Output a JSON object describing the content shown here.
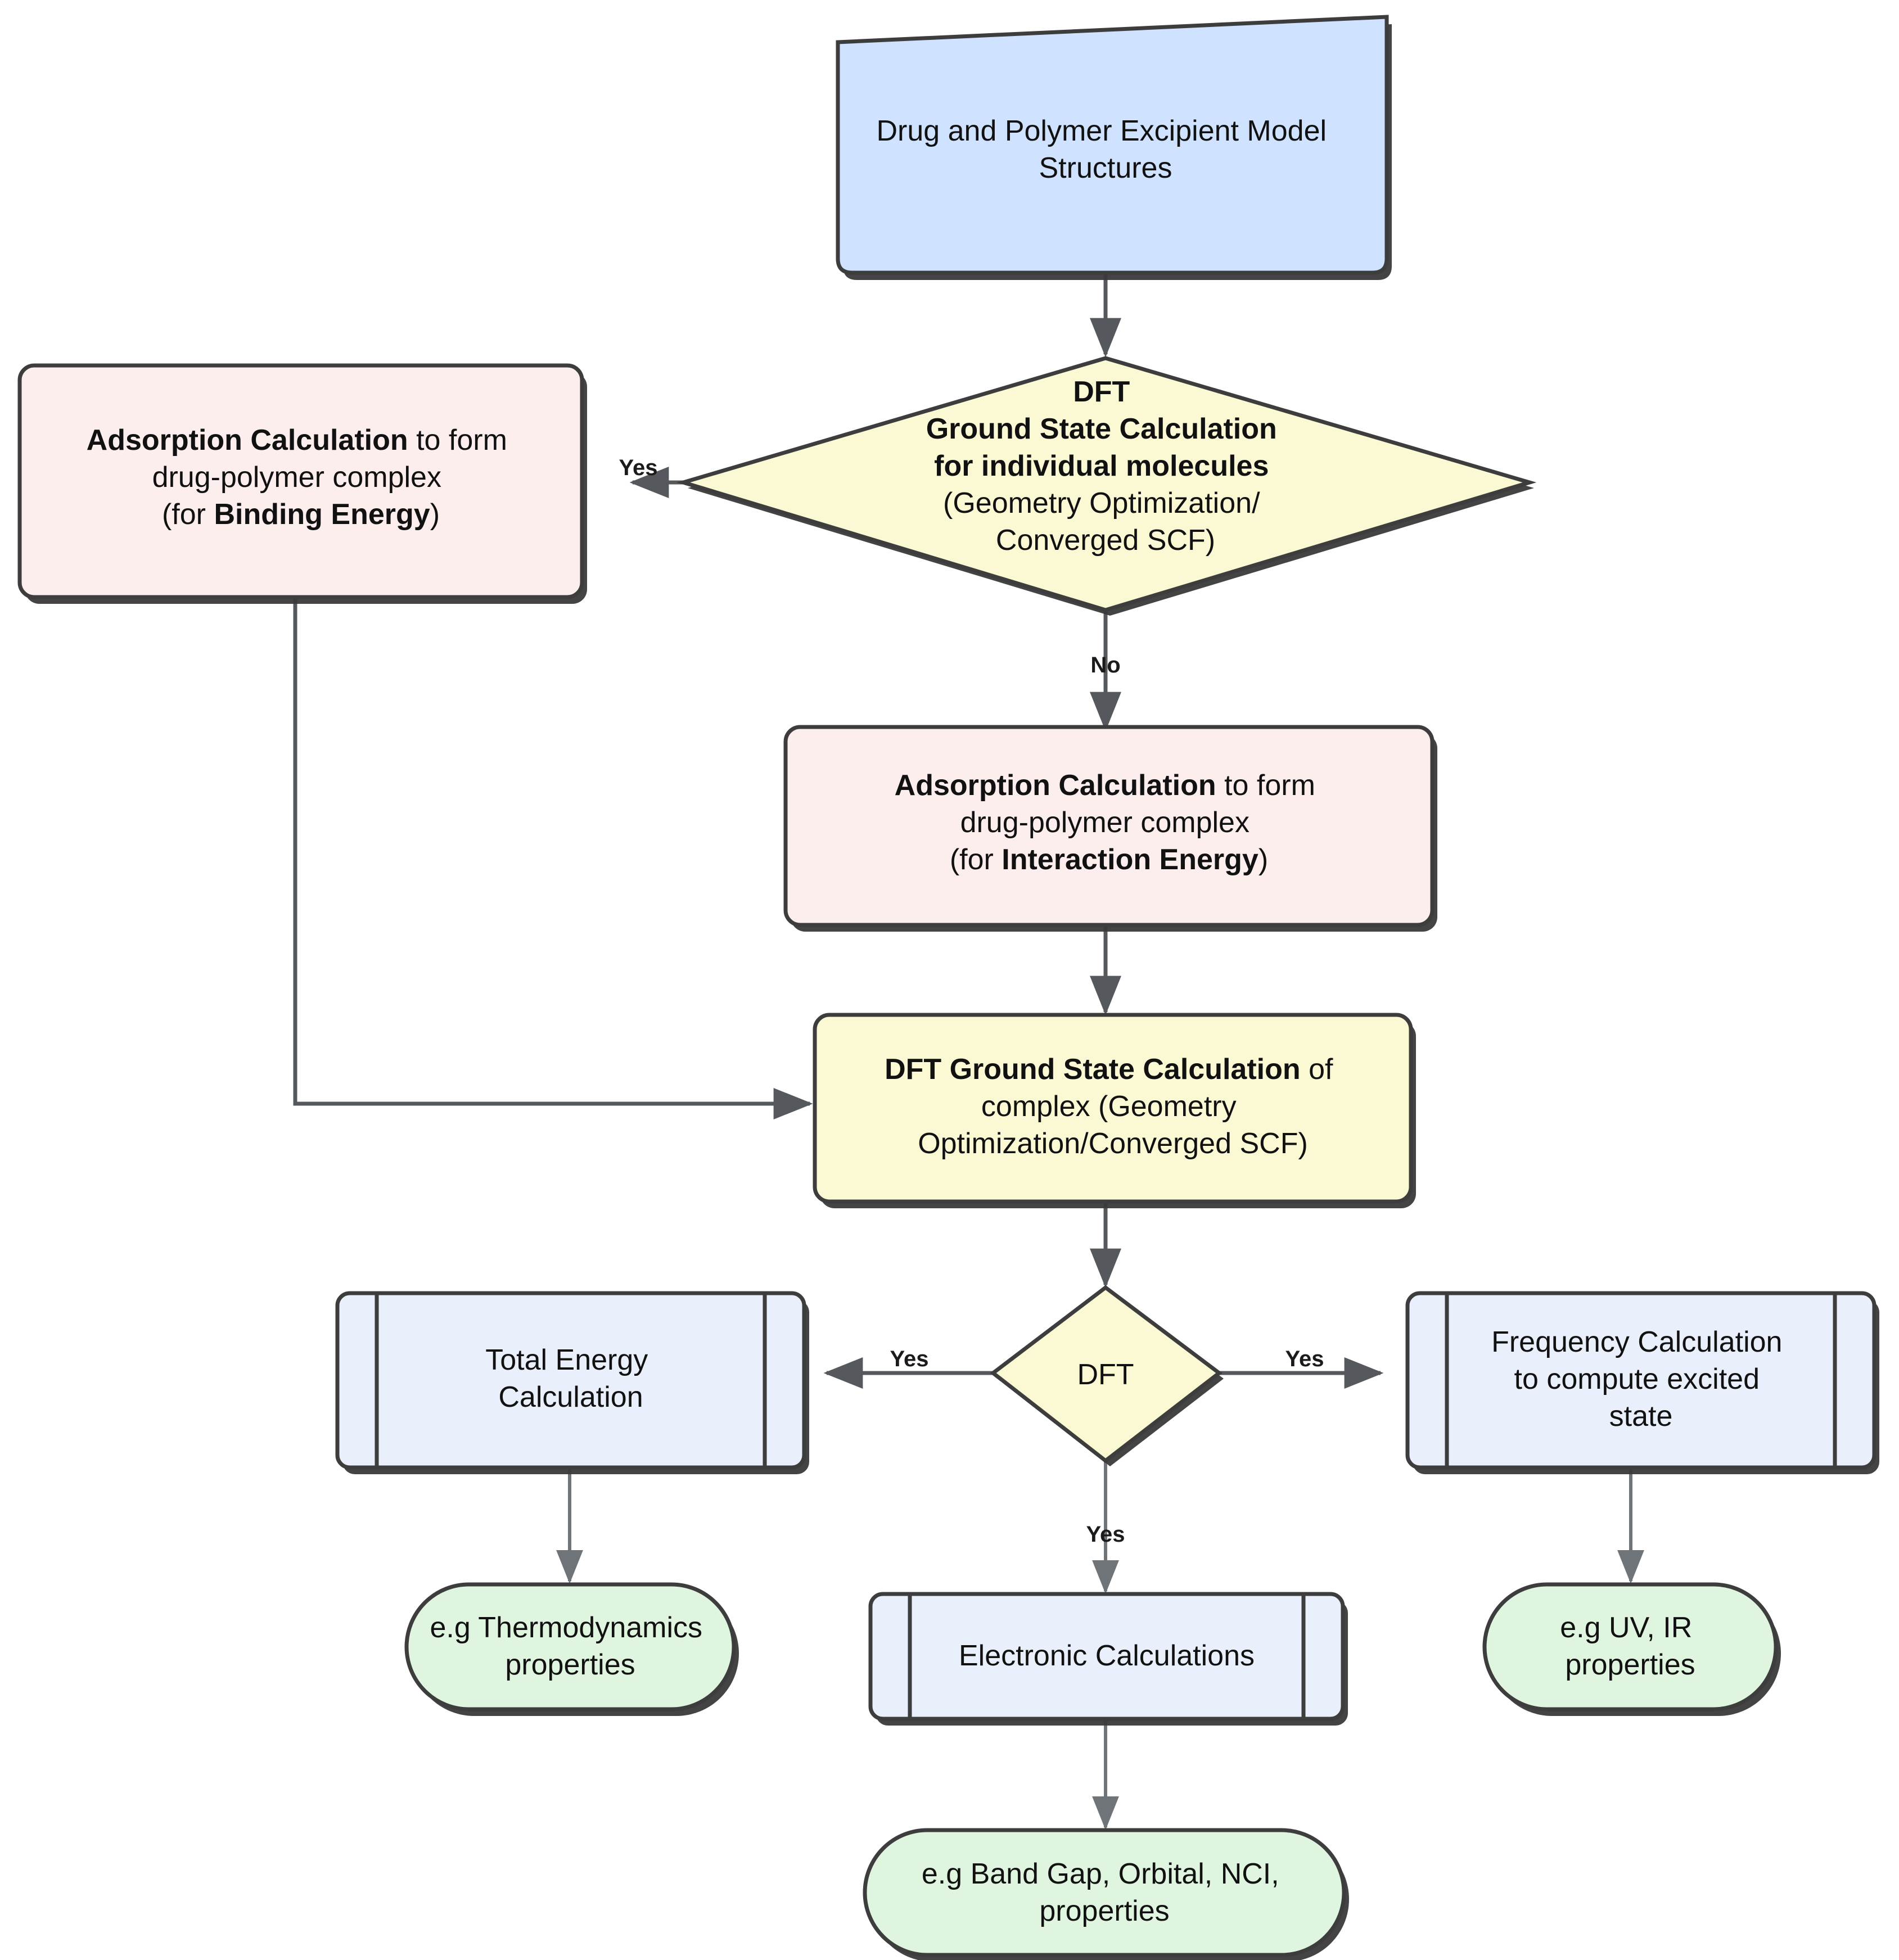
{
  "diagram": {
    "title": "DFT computational workflow for drug-polymer excipient systems",
    "type": "flowchart",
    "background": "#ffffff",
    "colors": {
      "blue_fill": "#cfe2ff",
      "blue_light_fill": "#e9f0fb",
      "yellow_fill": "#fbf8d4",
      "pink_fill": "#fdeeee",
      "green_fill": "#e0f5e0",
      "stroke": "#3d3d3d",
      "edge": "#55585c",
      "text": "#111111"
    }
  },
  "nodes": {
    "input": {
      "id": "input",
      "shape": "skewed-document",
      "fill": "#cfe2ff",
      "lines": [
        [
          {
            "t": "Drug and Polymer Excipient Model",
            "b": false
          }
        ],
        [
          {
            "t": "Structures",
            "b": false
          }
        ]
      ]
    },
    "decision_individual": {
      "id": "decision_individual",
      "shape": "diamond",
      "fill": "#fbf8d4",
      "lines": [
        [
          {
            "t": "DFT",
            "b": true
          }
        ],
        [
          {
            "t": "Ground State Calculation",
            "b": true
          }
        ],
        [
          {
            "t": "for individual molecules",
            "b": true
          }
        ],
        [
          {
            "t": "(Geometry Optimization/",
            "b": false
          }
        ],
        [
          {
            "t": "Converged SCF)",
            "b": false
          }
        ]
      ]
    },
    "adsorption_binding": {
      "id": "adsorption_binding",
      "shape": "rounded-rect",
      "fill": "#fdeeee",
      "lines": [
        [
          {
            "t": "Adsorption Calculation",
            "b": true
          },
          {
            "t": " to form",
            "b": false
          }
        ],
        [
          {
            "t": "drug-polymer complex",
            "b": false
          }
        ],
        [
          {
            "t": "(for ",
            "b": false
          },
          {
            "t": "Binding Energy",
            "b": true
          },
          {
            "t": ")",
            "b": false
          }
        ]
      ]
    },
    "adsorption_interaction": {
      "id": "adsorption_interaction",
      "shape": "rounded-rect",
      "fill": "#fdeeee",
      "lines": [
        [
          {
            "t": "Adsorption Calculation",
            "b": true
          },
          {
            "t": " to form",
            "b": false
          }
        ],
        [
          {
            "t": "drug-polymer complex",
            "b": false
          }
        ],
        [
          {
            "t": "(for ",
            "b": false
          },
          {
            "t": "Interaction Energy",
            "b": true
          },
          {
            "t": ")",
            "b": false
          }
        ]
      ]
    },
    "dft_complex": {
      "id": "dft_complex",
      "shape": "rounded-rect",
      "fill": "#fbf8d4",
      "lines": [
        [
          {
            "t": "DFT Ground State Calculation",
            "b": true
          },
          {
            "t": " of",
            "b": false
          }
        ],
        [
          {
            "t": "complex (Geometry",
            "b": false
          }
        ],
        [
          {
            "t": "Optimization/Converged SCF)",
            "b": false
          }
        ]
      ]
    },
    "decision_dft": {
      "id": "decision_dft",
      "shape": "diamond",
      "fill": "#fbf8d4",
      "lines": [
        [
          {
            "t": "DFT",
            "b": false
          }
        ]
      ]
    },
    "total_energy": {
      "id": "total_energy",
      "shape": "subroutine",
      "fill": "#e9f0fb",
      "lines": [
        [
          {
            "t": "Total Energy",
            "b": false
          }
        ],
        [
          {
            "t": "Calculation",
            "b": false
          }
        ]
      ]
    },
    "frequency_calc": {
      "id": "frequency_calc",
      "shape": "subroutine",
      "fill": "#e9f0fb",
      "lines": [
        [
          {
            "t": "Frequency Calculation",
            "b": false
          }
        ],
        [
          {
            "t": "to compute excited",
            "b": false
          }
        ],
        [
          {
            "t": "state",
            "b": false
          }
        ]
      ]
    },
    "electronic_calc": {
      "id": "electronic_calc",
      "shape": "subroutine",
      "fill": "#e9f0fb",
      "lines": [
        [
          {
            "t": "Electronic Calculations",
            "b": false
          }
        ]
      ]
    },
    "thermo_props": {
      "id": "thermo_props",
      "shape": "stadium",
      "fill": "#e0f5e0",
      "lines": [
        [
          {
            "t": "e.g Thermodynamics",
            "b": false
          }
        ],
        [
          {
            "t": "properties",
            "b": false
          }
        ]
      ]
    },
    "uv_ir_props": {
      "id": "uv_ir_props",
      "shape": "stadium",
      "fill": "#e0f5e0",
      "lines": [
        [
          {
            "t": "e.g UV, IR",
            "b": false
          }
        ],
        [
          {
            "t": "properties",
            "b": false
          }
        ]
      ]
    },
    "band_gap_props": {
      "id": "band_gap_props",
      "shape": "stadium",
      "fill": "#e0f5e0",
      "lines": [
        [
          {
            "t": "e.g Band Gap, Orbital, NCI,",
            "b": false
          }
        ],
        [
          {
            "t": "properties",
            "b": false
          }
        ]
      ]
    }
  },
  "edges": [
    {
      "from": "input",
      "to": "decision_individual",
      "label": ""
    },
    {
      "from": "decision_individual",
      "to": "adsorption_binding",
      "label": "Yes"
    },
    {
      "from": "decision_individual",
      "to": "adsorption_interaction",
      "label": "No"
    },
    {
      "from": "adsorption_interaction",
      "to": "dft_complex",
      "label": ""
    },
    {
      "from": "adsorption_binding",
      "to": "dft_complex",
      "label": ""
    },
    {
      "from": "dft_complex",
      "to": "decision_dft",
      "label": ""
    },
    {
      "from": "decision_dft",
      "to": "total_energy",
      "label": "Yes"
    },
    {
      "from": "decision_dft",
      "to": "frequency_calc",
      "label": "Yes"
    },
    {
      "from": "decision_dft",
      "to": "electronic_calc",
      "label": "Yes"
    },
    {
      "from": "total_energy",
      "to": "thermo_props",
      "label": ""
    },
    {
      "from": "frequency_calc",
      "to": "uv_ir_props",
      "label": ""
    },
    {
      "from": "electronic_calc",
      "to": "band_gap_props",
      "label": ""
    }
  ],
  "edge_labels": {
    "yes_left_top": "Yes",
    "no_down": "No",
    "yes_left_bottom": "Yes",
    "yes_right_bottom": "Yes",
    "yes_down_bottom": "Yes"
  }
}
